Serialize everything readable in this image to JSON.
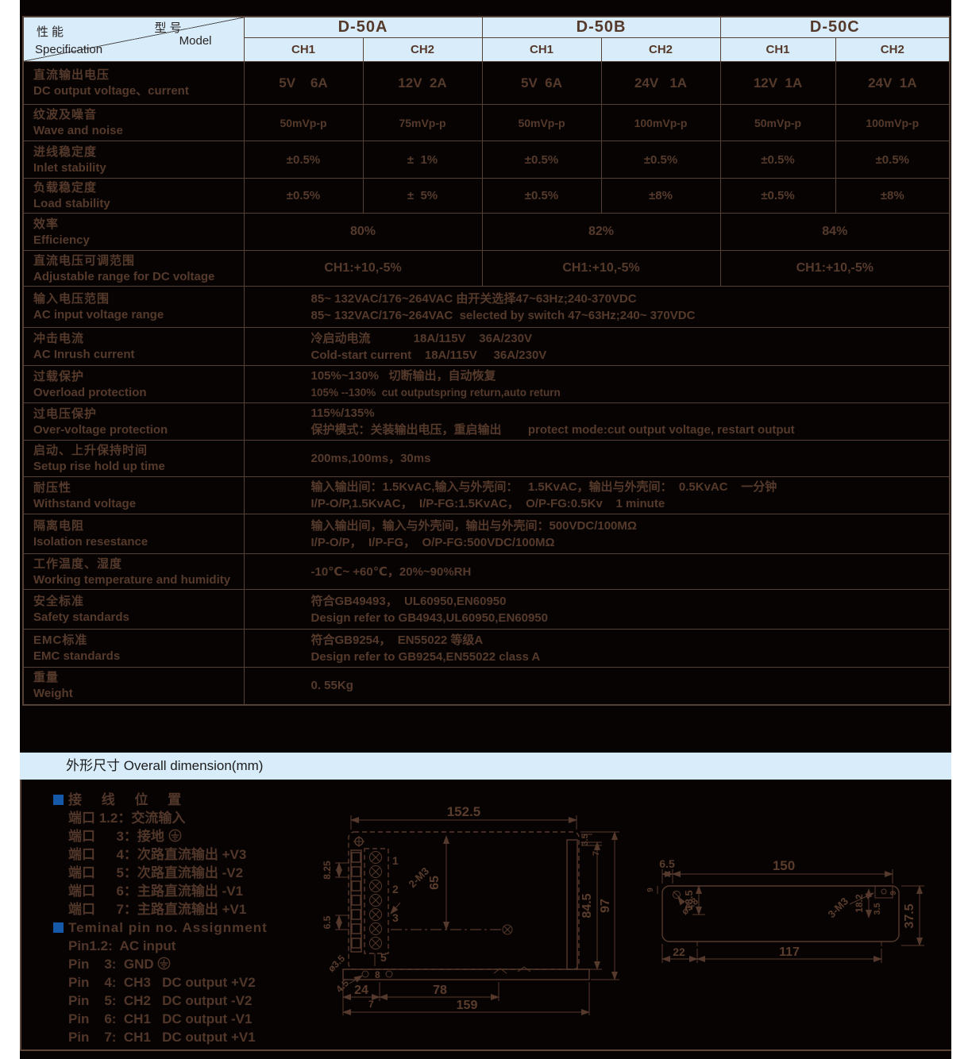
{
  "table": {
    "corner": {
      "model_zh": "型号",
      "model_en": "Model",
      "spec_zh": "性能",
      "spec_en": "Specification"
    },
    "models": [
      {
        "name": "D-50A",
        "ch1": "CH1",
        "ch2": "CH2"
      },
      {
        "name": "D-50B",
        "ch1": "CH1",
        "ch2": "CH2"
      },
      {
        "name": "D-50C",
        "ch1": "CH1",
        "ch2": "CH2"
      }
    ],
    "rows": [
      {
        "zh": "直流输出电压",
        "en": "DC output voltage、current",
        "values": [
          "5V    6A",
          "12V  2A",
          "5V  6A",
          "24V   1A",
          "12V  1A",
          "24V  1A"
        ]
      },
      {
        "zh": "纹波及噪音",
        "en": "Wave and noise",
        "values": [
          "50mVp-p",
          "75mVp-p",
          "50mVp-p",
          "100mVp-p",
          "50mVp-p",
          "100mVp-p"
        ]
      },
      {
        "zh": "进线稳定度",
        "en": "Inlet stability",
        "values": [
          "±0.5%",
          "±  1%",
          "±0.5%",
          "±0.5%",
          "±0.5%",
          "±0.5%"
        ]
      },
      {
        "zh": "负载稳定度",
        "en": "Load stability",
        "values": [
          "±0.5%",
          "±  5%",
          "±0.5%",
          "±8%",
          "±0.5%",
          "±8%"
        ]
      },
      {
        "zh": "效率",
        "en": "Efficiency",
        "values": [
          "80%",
          "82%",
          "84%"
        ]
      },
      {
        "zh": "直流电压可调范围",
        "en": "Adjustable range for DC voltage",
        "values": [
          "CH1:+10,-5%",
          "CH1:+10,-5%",
          "CH1:+10,-5%"
        ]
      },
      {
        "zh": "输入电压范围",
        "en": "AC input voltage range",
        "lines": [
          "85~ 132VAC/176~264VAC 由开关选择47~63Hz;240-370VDC",
          "85~ 132VAC/176~264VAC  selected by switch 47~63Hz;240~ 370VDC"
        ]
      },
      {
        "zh": "冲击电流",
        "en": "AC Inrush current",
        "lines": [
          "冷启动电流             18A/115V    36A/230V",
          "Cold-start current    18A/115V     36A/230V"
        ]
      },
      {
        "zh": "过载保护",
        "en": "Overload protection",
        "lines": [
          "105%~130%   切断输出，自动恢复",
          "105% --130%  cut outputspring return,auto return"
        ]
      },
      {
        "zh": "过电压保护",
        "en": "Over-voltage protection",
        "lines": [
          "115%/135%",
          "保护模式：关装输出电压，重启输出        protect mode:cut output voltage, restart output"
        ]
      },
      {
        "zh": "启动、上升保持时间",
        "en": "Setup rise hold up time",
        "lines": [
          "200ms,100ms，30ms"
        ]
      },
      {
        "zh": "耐压性",
        "en": "Withstand voltage",
        "lines": [
          "输入输出间：1.5KvAC,输入与外壳间：   1.5KvAC，输出与外壳间：  0.5KvAC    一分钟",
          "I/P-O/P,1.5KvAC，  I/P-FG:1.5KvAC，  O/P-FG:0.5Kv    1 minute"
        ]
      },
      {
        "zh": "隔离电阻",
        "en": "Isolation resestance",
        "lines": [
          "输入输出间，输入与外壳间，输出与外壳间：500VDC/100MΩ",
          "I/P-O/P，  I/P-FG，  O/P-FG:500VDC/100MΩ"
        ]
      },
      {
        "zh": "工作温度、湿度",
        "en": "Working temperature and humidity",
        "lines": [
          "-10℃~ +60℃，20%~90%RH"
        ]
      },
      {
        "zh": "安全标准",
        "en": "Safety standards",
        "lines": [
          "符合GB49493，  UL60950,EN60950",
          "Design refer to GB4943,UL60950,EN60950"
        ]
      },
      {
        "zh": "EMC标准",
        "en": "EMC standards",
        "lines": [
          "符合GB9254，  EN55022 等级A",
          "Design refer to GB9254,EN55022 class A"
        ]
      },
      {
        "zh": "重量",
        "en": "Weight",
        "lines": [
          "0. 55Kg"
        ]
      }
    ]
  },
  "dim_bar": {
    "title": "外形尺寸  Overall dimension(mm)"
  },
  "pins": {
    "zh_title": "接　 线　 位　 置",
    "zh_items": [
      "端口 1.2：交流输入",
      "端口　  3：接地 ",
      "端口　  4：次路直流输出 +V3",
      "端口　  5：次路直流输出 -V2",
      "端口　  6：主路直流输出 -V1",
      "端口　  7：主路直流输出 +V1"
    ],
    "en_title": "Teminal pin no. Assignment",
    "en_items": [
      "Pin1.2:  AC input",
      "Pin    3:  GND ",
      "Pin    4:  CH3   DC output +V2",
      "Pin    5:  CH2   DC output -V2",
      "Pin    6:  CH1   DC output -V1",
      "Pin    7:  CH1   DC output +V1"
    ]
  },
  "drawing": {
    "front": {
      "top_width": "152.5",
      "center_height": "65",
      "inner_height": "84.5",
      "total_height": "97",
      "pitch": "8.25",
      "pitch2": "6.5",
      "screw": "2-M3",
      "gap": "5",
      "hole": "ø3.5",
      "hole_offset": "4.5",
      "flange": "8",
      "b24": "24",
      "b7": "7",
      "b78": "78",
      "total_width": "159",
      "tr1": "3.5",
      "tr2": "7",
      "pin1": "1",
      "pin2": "2",
      "pin3": "3"
    },
    "side": {
      "left_offset": "6.5",
      "top_width": "150",
      "corner": "9",
      "hole_depth": "18.5",
      "hole": "ø3.8",
      "screw": "3-M3",
      "right_depth": "18.2",
      "right_small": "3.5",
      "right_corner": "9",
      "height": "37.5",
      "b22": "22",
      "b117": "117"
    }
  }
}
